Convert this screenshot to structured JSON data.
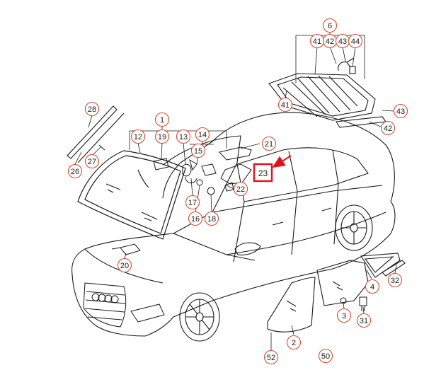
{
  "diagram": {
    "accent_color": "#d94a2a",
    "highlight_color": "#e0131a",
    "line_color": "#1a1a1a",
    "callouts": {
      "c1": "1",
      "c2": "2",
      "c3": "3",
      "c4": "4",
      "c6": "6",
      "c12": "12",
      "c13": "13",
      "c14": "14",
      "c15": "15",
      "c16": "16",
      "c17": "17",
      "c18": "18",
      "c19": "19",
      "c20": "20",
      "c21": "21",
      "c22": "22",
      "c23": "23",
      "c26": "26",
      "c27": "27",
      "c28": "28",
      "c31": "31",
      "c32": "32",
      "c41a": "41",
      "c41b": "41",
      "c42a": "42",
      "c42b": "42",
      "c43a": "43",
      "c43b": "43",
      "c44": "44",
      "c50": "50",
      "c52": "52"
    },
    "highlighted_part": "23",
    "icons": [
      "arrow-icon"
    ]
  }
}
